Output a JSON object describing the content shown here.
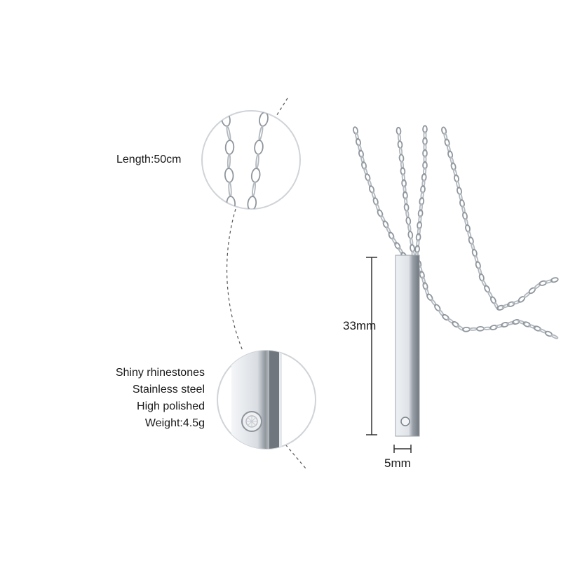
{
  "callouts": {
    "length": "Length:50cm",
    "specs": [
      "Shiny rhinestones",
      "Stainless steel",
      "High polished",
      "Weight:4.5g"
    ]
  },
  "dimensions": {
    "height": "33mm",
    "width": "5mm"
  },
  "colors": {
    "background": "#ffffff",
    "metal_light": "#eef1f4",
    "metal_mid": "#c3c8ce",
    "metal_dark": "#7d848c",
    "chain": "#9aa1a8",
    "dimension_line": "#333333"
  }
}
